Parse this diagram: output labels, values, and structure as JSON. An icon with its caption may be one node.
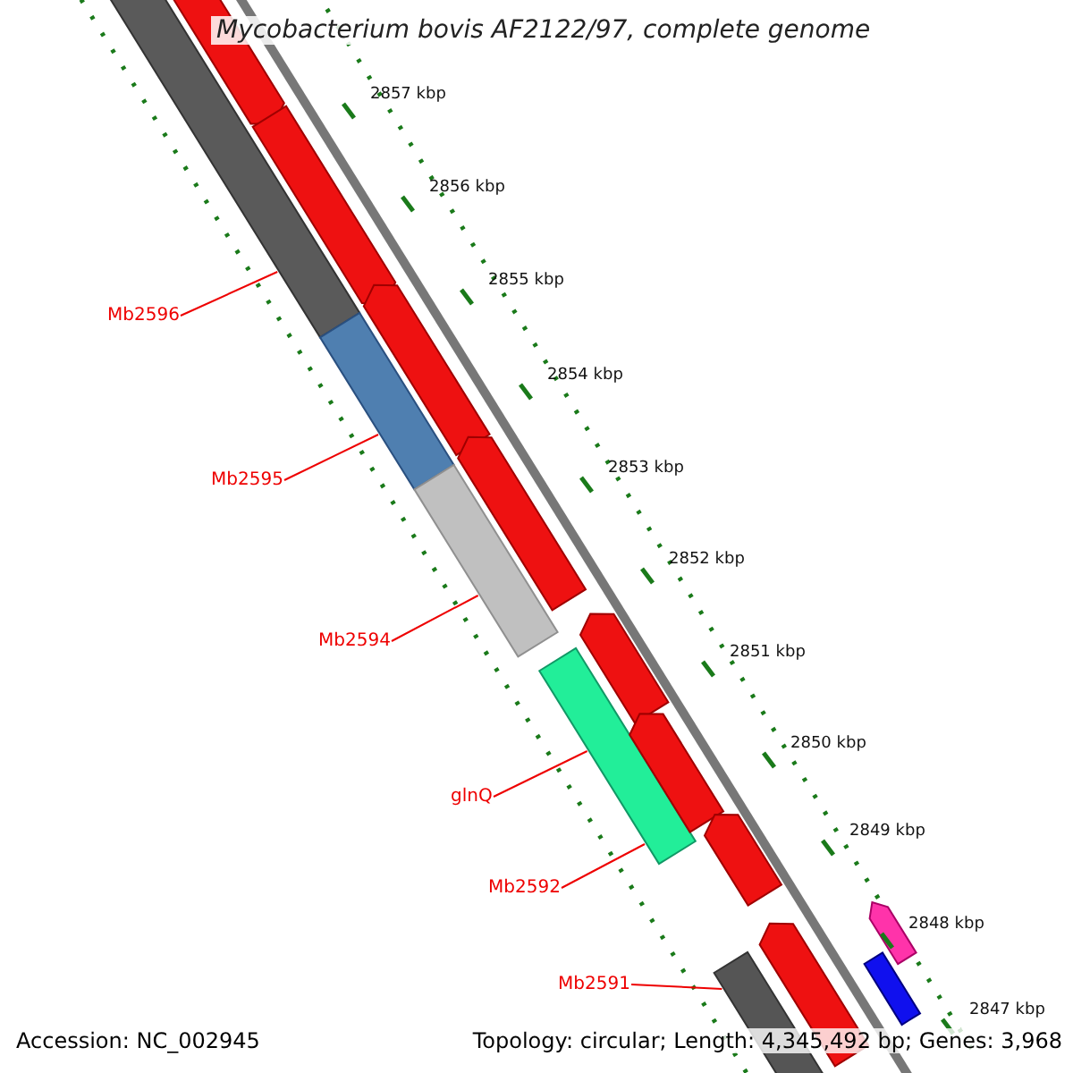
{
  "diagram": {
    "title": "Mycobacterium bovis AF2122/97, complete genome",
    "nodes": [
      {
        "text": [
          "Mb2596"
        ]
      },
      {
        "text": [
          "Mb2595"
        ]
      },
      {
        "text": [
          "Mb2594"
        ]
      },
      {
        "text": [
          "glnQ"
        ]
      },
      {
        "text": [
          "Mb2592"
        ]
      },
      {
        "text": [
          "Mb2591"
        ]
      },
      {
        "text": [],
        "shape": "bar"
      },
      {
        "text": [],
        "shape": "bar"
      },
      {
        "text": [],
        "shape": "bar"
      },
      {
        "text": [],
        "shape": "bar"
      },
      {
        "text": [],
        "shape": "arrow"
      },
      {
        "text": [],
        "shape": "arrow"
      },
      {
        "text": [],
        "shape": "arrow"
      },
      {
        "text": [],
        "shape": "arrow"
      },
      {
        "text": [],
        "shape": "arrow"
      },
      {
        "text": [],
        "shape": "arrow"
      },
      {
        "text": [],
        "shape": "arrow"
      },
      {
        "text": [],
        "shape": "arrow"
      },
      {
        "text": [],
        "shape": "bar"
      },
      {
        "text": [],
        "shape": "bar"
      },
      {
        "text": [],
        "shape": "arrow"
      }
    ],
    "edges": [
      {
        "from": 0,
        "to": 6,
        "arrow": "none"
      },
      {
        "from": 1,
        "to": 7,
        "arrow": "none"
      },
      {
        "from": 2,
        "to": 8,
        "arrow": "none"
      },
      {
        "from": 3,
        "to": 9,
        "arrow": "none"
      },
      {
        "from": 4,
        "to": 9,
        "arrow": "none"
      },
      {
        "from": 5,
        "to": 18,
        "arrow": "none"
      }
    ],
    "labels": [
      "2857 kbp",
      "2856 kbp",
      "2855 kbp",
      "2854 kbp",
      "2853 kbp",
      "2852 kbp",
      "2851 kbp",
      "2850 kbp",
      "2849 kbp",
      "2848 kbp",
      "2847 kbp",
      "Accession: NC_002945",
      "Topology: circular; Length: 4,345,492 bp; Genes: 3,968"
    ]
  }
}
